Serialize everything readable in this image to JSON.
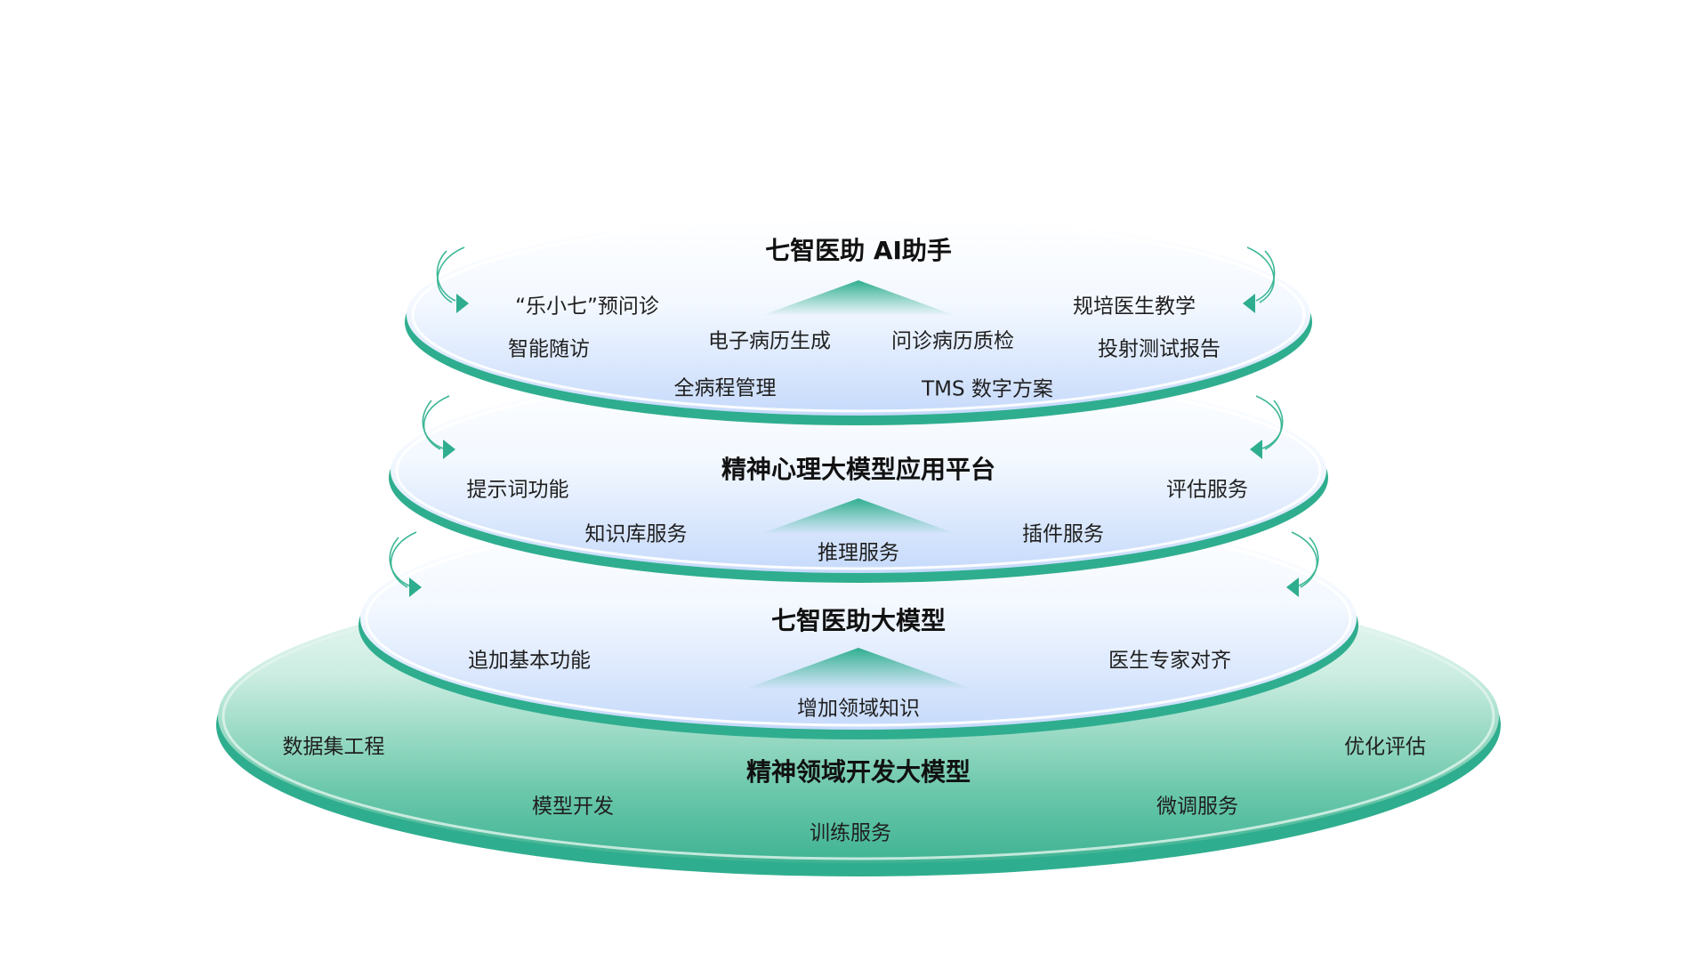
{
  "colors": {
    "teal_dark": "#2fae8f",
    "teal_light": "#b9e6d6",
    "blue_tint": "#c9dcfb",
    "text": "#1f1f1f"
  },
  "layers": {
    "l1": {
      "title": "七智医助 AI助手",
      "items": [
        "“乐小七”预问诊",
        "智能随访",
        "电子病历生成",
        "问诊病历质检",
        "全病程管理",
        "TMS 数字方案",
        "规培医生教学",
        "投射测试报告"
      ]
    },
    "l2": {
      "title": "精神心理大模型应用平台",
      "items": [
        "提示词功能",
        "知识库服务",
        "推理服务",
        "插件服务",
        "评估服务"
      ]
    },
    "l3": {
      "title": "七智医助大模型",
      "items": [
        "追加基本功能",
        "增加领域知识",
        "医生专家对齐"
      ]
    },
    "l4": {
      "title": "精神领域开发大模型",
      "items": [
        "数据集工程",
        "模型开发",
        "训练服务",
        "微调服务",
        "优化评估"
      ]
    }
  }
}
